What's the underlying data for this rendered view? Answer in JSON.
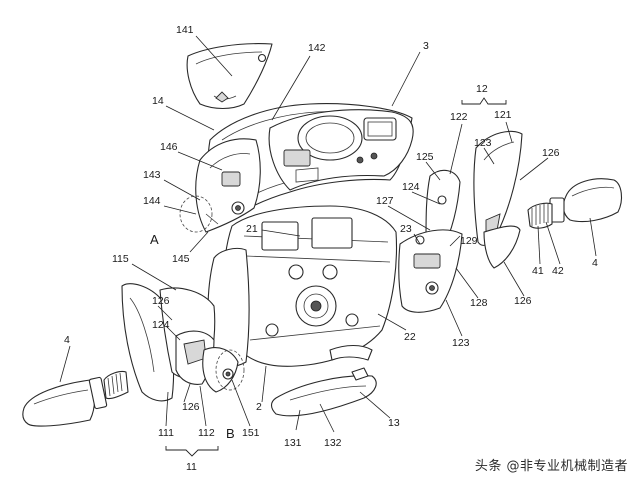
{
  "diagram": {
    "callouts": {
      "c141": "141",
      "c142": "142",
      "c3": "3",
      "c14": "14",
      "c146": "146",
      "c143": "143",
      "c144": "144",
      "c145": "145",
      "c21": "21",
      "c115": "115",
      "c126a": "126",
      "c124a": "124",
      "c4a": "4",
      "c111": "111",
      "c112": "112",
      "c126b": "126",
      "c151": "151",
      "c2": "2",
      "c131": "131",
      "c132": "132",
      "c13": "13",
      "c22": "22",
      "c12": "12",
      "c121": "121",
      "c122": "122",
      "c123a": "123",
      "c126c": "126",
      "c125": "125",
      "c124b": "124",
      "c127": "127",
      "c23": "23",
      "c129": "129",
      "c128": "128",
      "c123b": "123",
      "c126d": "126",
      "c41": "41",
      "c42": "42",
      "c4b": "4",
      "c11": "11"
    },
    "letters": {
      "A": "A",
      "B": "B"
    }
  },
  "watermark": "头条 @非专业机械制造者",
  "colors": {
    "line": "#2a2a2a",
    "shade": "#d8d8d8",
    "background": "#ffffff"
  }
}
